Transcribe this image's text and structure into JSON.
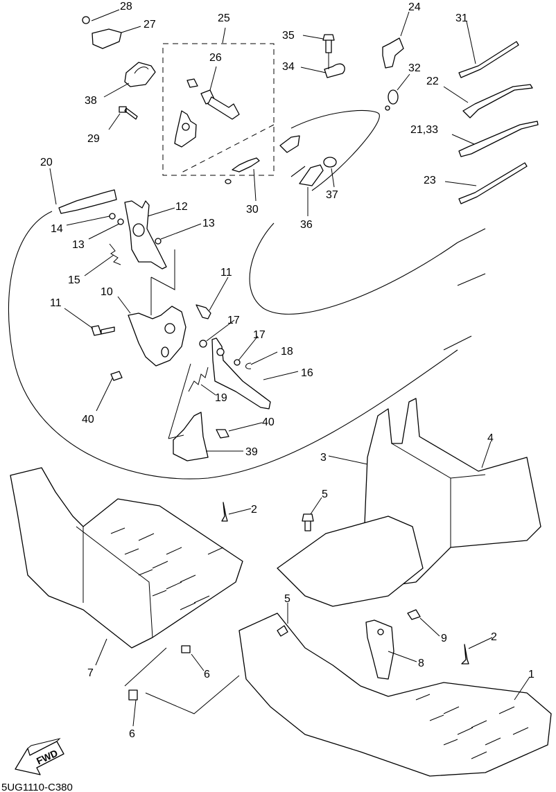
{
  "diagram": {
    "type": "exploded-parts-diagram",
    "drawing_code": "5UG1110-C380",
    "direction_indicator": "FWD",
    "callouts": [
      {
        "id": "c1",
        "label": "1",
        "part": "footrest-left"
      },
      {
        "id": "c2a",
        "label": "2",
        "part": "rivet"
      },
      {
        "id": "c2b",
        "label": "2",
        "part": "rivet"
      },
      {
        "id": "c3",
        "label": "3",
        "part": "side-cover"
      },
      {
        "id": "c4",
        "label": "4",
        "part": "cover"
      },
      {
        "id": "c5a",
        "label": "5",
        "part": "bolt"
      },
      {
        "id": "c5b",
        "label": "5",
        "part": "bolt"
      },
      {
        "id": "c6a",
        "label": "6",
        "part": "nut-clip"
      },
      {
        "id": "c6b",
        "label": "6",
        "part": "nut-clip"
      },
      {
        "id": "c7",
        "label": "7",
        "part": "footrest-right"
      },
      {
        "id": "c8",
        "label": "8",
        "part": "bracket"
      },
      {
        "id": "c9",
        "label": "9",
        "part": "bolt"
      },
      {
        "id": "c10",
        "label": "10",
        "part": "bracket"
      },
      {
        "id": "c11a",
        "label": "11",
        "part": "bolt"
      },
      {
        "id": "c11b",
        "label": "11",
        "part": "bolt"
      },
      {
        "id": "c12",
        "label": "12",
        "part": "lever"
      },
      {
        "id": "c13a",
        "label": "13",
        "part": "washer"
      },
      {
        "id": "c13b",
        "label": "13",
        "part": "washer"
      },
      {
        "id": "c14",
        "label": "14",
        "part": "circlip"
      },
      {
        "id": "c15",
        "label": "15",
        "part": "spring"
      },
      {
        "id": "c16",
        "label": "16",
        "part": "pedal"
      },
      {
        "id": "c17a",
        "label": "17",
        "part": "washer"
      },
      {
        "id": "c17b",
        "label": "17",
        "part": "washer"
      },
      {
        "id": "c18",
        "label": "18",
        "part": "circlip"
      },
      {
        "id": "c19",
        "label": "19",
        "part": "spring"
      },
      {
        "id": "c20",
        "label": "20",
        "part": "cable"
      },
      {
        "id": "c21",
        "label": "21,33",
        "part": "cable-tie"
      },
      {
        "id": "c22",
        "label": "22",
        "part": "cable-tie"
      },
      {
        "id": "c23",
        "label": "23",
        "part": "cable-tie"
      },
      {
        "id": "c24",
        "label": "24",
        "part": "clamp"
      },
      {
        "id": "c25",
        "label": "25",
        "part": "switch-assembly"
      },
      {
        "id": "c26",
        "label": "26",
        "part": "switch"
      },
      {
        "id": "c27",
        "label": "27",
        "part": "cover"
      },
      {
        "id": "c28",
        "label": "28",
        "part": "screw"
      },
      {
        "id": "c29",
        "label": "29",
        "part": "bolt"
      },
      {
        "id": "c30",
        "label": "30",
        "part": "cable"
      },
      {
        "id": "c31",
        "label": "31",
        "part": "cable-tie"
      },
      {
        "id": "c32",
        "label": "32",
        "part": "clamp"
      },
      {
        "id": "c34",
        "label": "34",
        "part": "clamp"
      },
      {
        "id": "c35",
        "label": "35",
        "part": "bolt"
      },
      {
        "id": "c36",
        "label": "36",
        "part": "cable"
      },
      {
        "id": "c37",
        "label": "37",
        "part": "nut"
      },
      {
        "id": "c38",
        "label": "38",
        "part": "cover"
      },
      {
        "id": "c39",
        "label": "39",
        "part": "bracket"
      },
      {
        "id": "c40a",
        "label": "40",
        "part": "bolt"
      },
      {
        "id": "c40b",
        "label": "40",
        "part": "bolt"
      }
    ]
  }
}
